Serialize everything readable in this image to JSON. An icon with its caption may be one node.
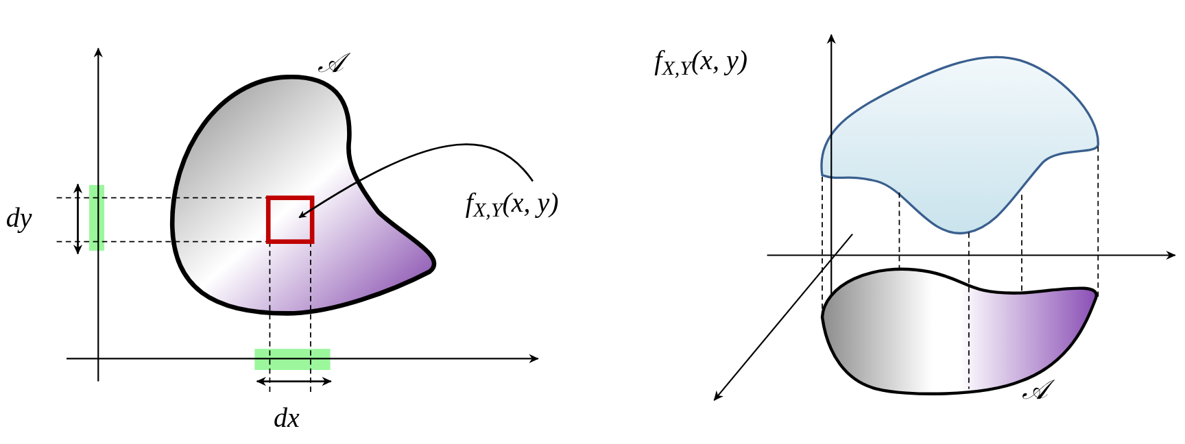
{
  "diagram": {
    "nodes": [
      {
        "text": [
          "f$_{X,Y}$(x, y)"
        ]
      },
      {
        "text": [],
        "shape": "box"
      }
    ],
    "edges": [
      {
        "from": 0,
        "to": 1,
        "arrow": "to"
      }
    ],
    "labels": [
      "𝒜",
      "dy",
      "dx",
      "f$_{X,Y}$(x, y)",
      "𝒜"
    ]
  }
}
